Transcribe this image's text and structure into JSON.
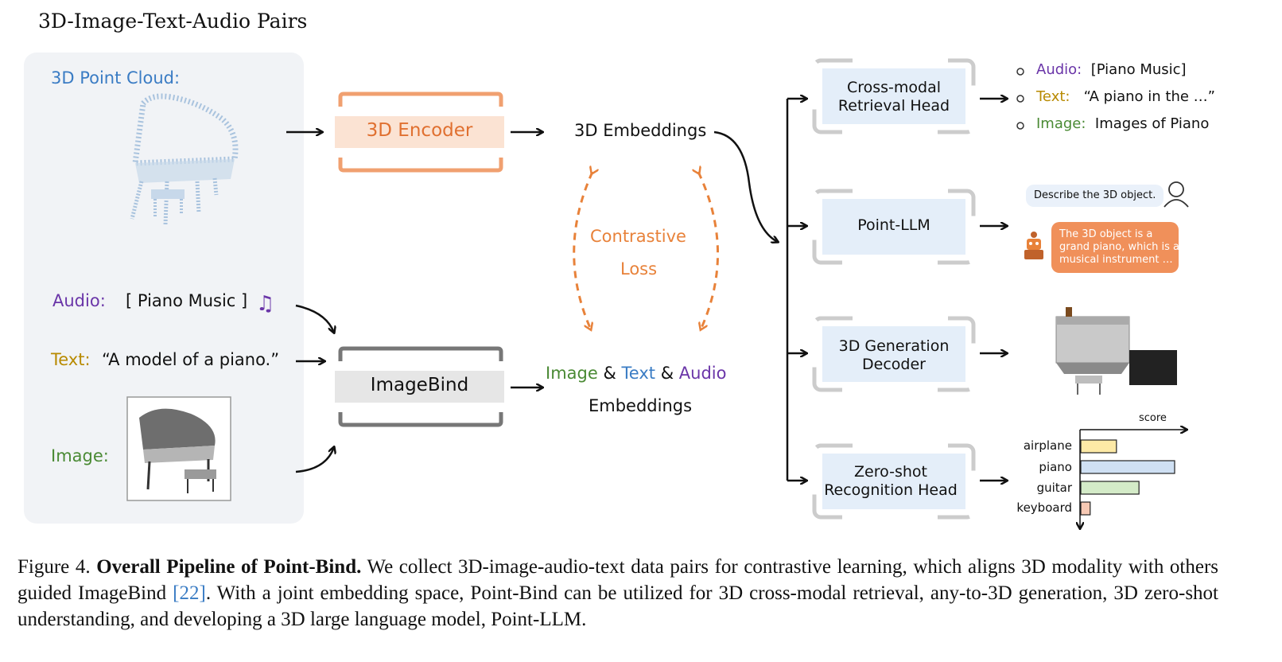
{
  "header": {
    "title": "3D-Image-Text-Audio Pairs"
  },
  "inputs": {
    "point_cloud_label": "3D Point Cloud:",
    "audio_label": "Audio:",
    "audio_value": "[ Piano Music ]",
    "text_label": "Text:",
    "text_value": "“A model of a piano.”",
    "image_label": "Image:"
  },
  "encoders": {
    "encoder_3d": "3D Encoder",
    "imagebind": "ImageBind"
  },
  "embeddings": {
    "embeddings_3d": "3D Embeddings",
    "image_word": "Image",
    "amp1": "&",
    "text_word": "Text",
    "amp2": "&",
    "audio_word": "Audio",
    "embeddings_word": "Embeddings",
    "loss_line1": "Contrastive",
    "loss_line2": "Loss"
  },
  "heads": {
    "retrieval_line1": "Cross-modal",
    "retrieval_line2": "Retrieval Head",
    "point_llm": "Point-LLM",
    "generation_line1": "3D Generation",
    "generation_line2": "Decoder",
    "recognition_line1": "Zero-shot",
    "recognition_line2": "Recognition Head"
  },
  "retrieval_results": [
    {
      "key": "Audio:",
      "value": "[Piano Music]",
      "color": "#6a35a8"
    },
    {
      "key": "Text:",
      "value": "“A piano in the …”",
      "color": "#b88a00"
    },
    {
      "key": "Image:",
      "value": "Images of Piano",
      "color": "#4a8a34"
    }
  ],
  "chat": {
    "user_message": "Describe the 3D object.",
    "bot_line1": "The 3D object is a",
    "bot_line2": "grand piano, which is a",
    "bot_line3": "musical instrument …"
  },
  "chart_data": {
    "type": "bar",
    "xlabel": "score",
    "categories": [
      "airplane",
      "piano",
      "guitar",
      "keyboard"
    ],
    "values": [
      0.38,
      1.0,
      0.62,
      0.1
    ],
    "colors": [
      "#fde9a6",
      "#cfe0f3",
      "#d4ebc8",
      "#f7c9b4"
    ],
    "border_colors": [
      "#222222",
      "#222222",
      "#222222",
      "#222222"
    ]
  },
  "caption": {
    "prefix": "Figure 4.",
    "bold": "Overall Pipeline of Point-Bind.",
    "part1": "We collect 3D-image-audio-text data pairs for contrastive learning, which aligns 3D modality with others guided ImageBind",
    "ref": "[22]",
    "part2": ". With a joint embedding space, Point-Bind can be utilized for 3D cross-modal retrieval, any-to-3D generation, 3D zero-shot understanding, and developing a 3D large language model, Point-LLM."
  },
  "colors": {
    "accent_orange": "#e8823a",
    "encoder_fill": "#fbe3d3",
    "imagebind_fill": "#e6e6e6",
    "head_fill": "#e4eef9",
    "panel_fill": "#f1f3f6"
  }
}
